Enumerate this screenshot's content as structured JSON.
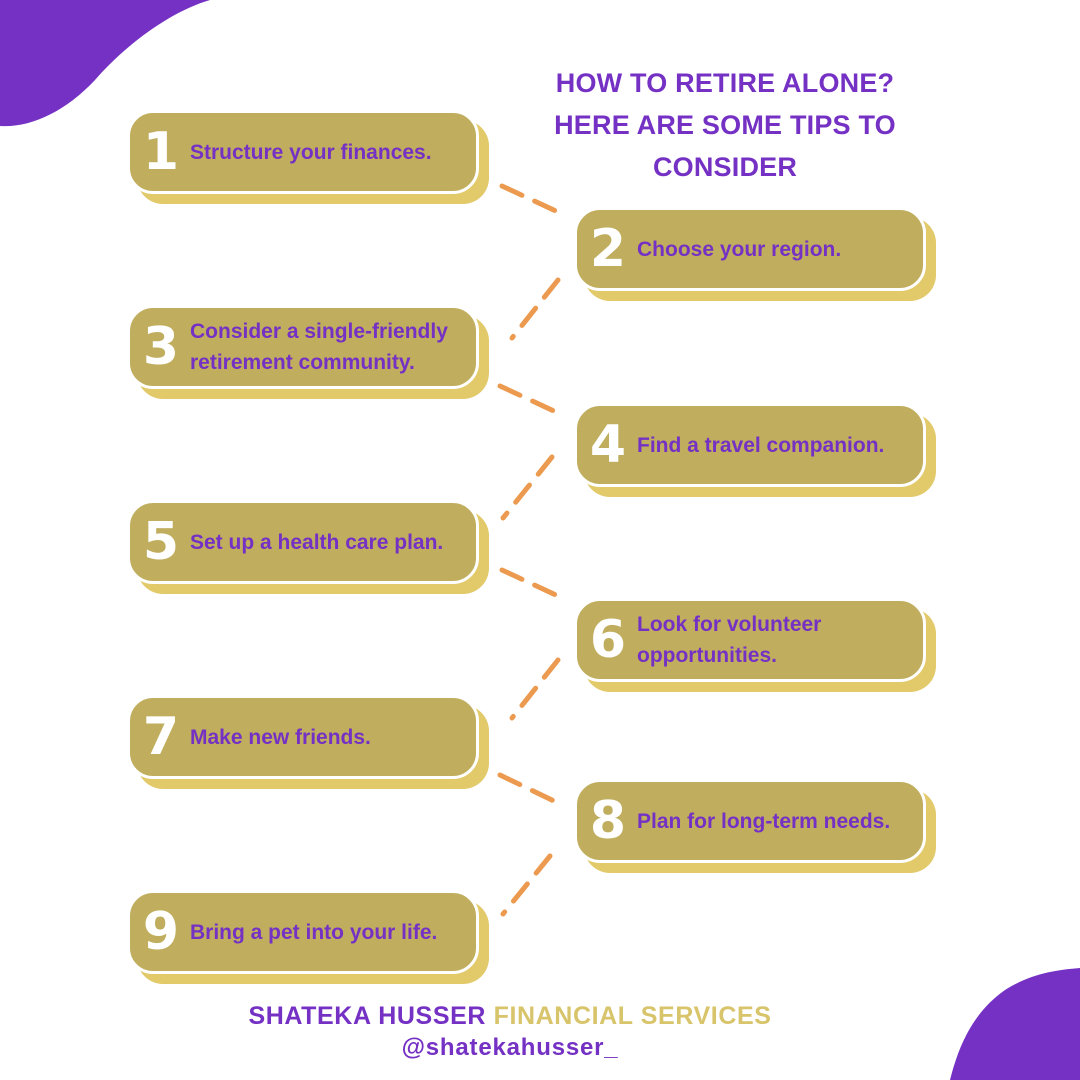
{
  "title": {
    "line1": "HOW TO RETIRE ALONE?",
    "line2": "HERE ARE SOME TIPS TO",
    "line3": "CONSIDER"
  },
  "steps": [
    {
      "number": "1",
      "text": "Structure your finances."
    },
    {
      "number": "2",
      "text": "Choose your region."
    },
    {
      "number": "3",
      "text": "Consider a single-friendly retirement community."
    },
    {
      "number": "4",
      "text": "Find a travel companion."
    },
    {
      "number": "5",
      "text": "Set up a health care plan."
    },
    {
      "number": "6",
      "text": "Look for volunteer opportunities."
    },
    {
      "number": "7",
      "text": "Make new friends."
    },
    {
      "number": "8",
      "text": "Plan for long-term needs."
    },
    {
      "number": "9",
      "text": "Bring a pet into your life."
    }
  ],
  "footer": {
    "brand_name": "SHATEKA HUSSER",
    "brand_suffix": "FINANCIAL SERVICES",
    "handle": "@shatekahusser_"
  },
  "colors": {
    "purple": "#7431c4",
    "card": "#c0ae5e",
    "card_shadow": "#e2c96a",
    "connector": "#ec9a4f",
    "number": "#ffffff",
    "gold_text": "#d8c46a"
  }
}
